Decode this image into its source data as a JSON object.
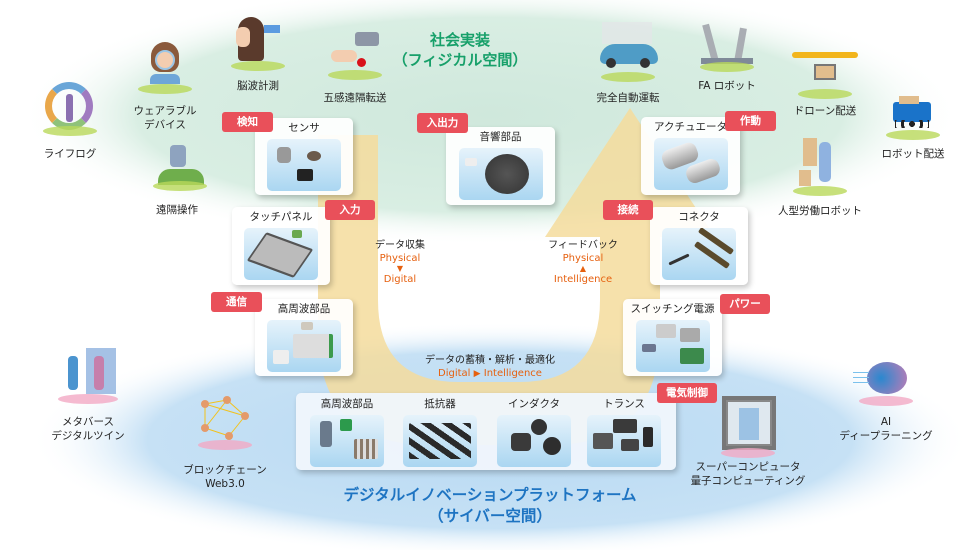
{
  "physical_space": {
    "title_line1": "社会実装",
    "title_line2": "（フィジカル空間）",
    "color": "#17a06a"
  },
  "cyber_space": {
    "title_line1": "デジタルイノベーションプラットフォーム",
    "title_line2": "（サイバー空間）",
    "color": "#1e74c2"
  },
  "physical_apps": [
    {
      "label": "ライフログ",
      "icon": "lifelog-icon"
    },
    {
      "label_line1": "ウェアラブル",
      "label_line2": "デバイス",
      "icon": "wearable-icon"
    },
    {
      "label": "遠隔操作",
      "icon": "remote-robot-icon"
    },
    {
      "label": "脳波計測",
      "icon": "brainwave-icon"
    },
    {
      "label": "五感遠隔転送",
      "icon": "haptic-hand-icon"
    },
    {
      "label": "完全自動運転",
      "icon": "autonomous-car-icon"
    },
    {
      "label": "FA ロボット",
      "icon": "factory-robot-icon"
    },
    {
      "label": "ドローン配送",
      "icon": "drone-icon"
    },
    {
      "label": "ロボット配送",
      "icon": "delivery-robot-icon"
    },
    {
      "label": "人型労働ロボット",
      "icon": "humanoid-robot-icon"
    }
  ],
  "cyber_apps": [
    {
      "label_line1": "メタバース",
      "label_line2": "デジタルツイン",
      "icon": "metaverse-icon"
    },
    {
      "label_line1": "ブロックチェーン",
      "label_line2": "Web3.0",
      "icon": "blockchain-icon"
    },
    {
      "label_line1": "スーパーコンピュータ",
      "label_line2": "量子コンピューティング",
      "icon": "supercomputer-icon"
    },
    {
      "label_line1": "AI",
      "label_line2": "ディープラーニング",
      "icon": "ai-brain-icon"
    }
  ],
  "components": {
    "sensor": {
      "title": "センサ",
      "tag": "検知"
    },
    "acoustic": {
      "title": "音響部品",
      "tag": "入出力"
    },
    "actuator": {
      "title": "アクチュエータ",
      "tag": "作動"
    },
    "touch_panel": {
      "title": "タッチパネル",
      "tag": "入力"
    },
    "connector": {
      "title": "コネクタ",
      "tag": "接続"
    },
    "rf_comm": {
      "title": "高周波部品",
      "tag": "通信"
    },
    "power_supply": {
      "title": "スイッチング電源",
      "tag": "パワー"
    },
    "electrical_control": {
      "tag": "電気制御",
      "items": [
        "高周波部品",
        "抵抗器",
        "インダクタ",
        "トランス"
      ]
    }
  },
  "flows": {
    "collect": {
      "label": "データ収集",
      "from": "Physical",
      "arrow": "▼",
      "to": "Digital"
    },
    "feedback": {
      "label": "フィードバック",
      "from": "Physical",
      "arrow": "▲",
      "to": "Intelligence"
    },
    "analysis": {
      "label": "データの蓄積・解析・最適化",
      "from": "Digital",
      "arrow": "▶",
      "to": "Intelligence"
    }
  },
  "colors": {
    "tag": "#e9505a",
    "flow_text": "#e6600f",
    "arrow": "#f5dc9c"
  }
}
